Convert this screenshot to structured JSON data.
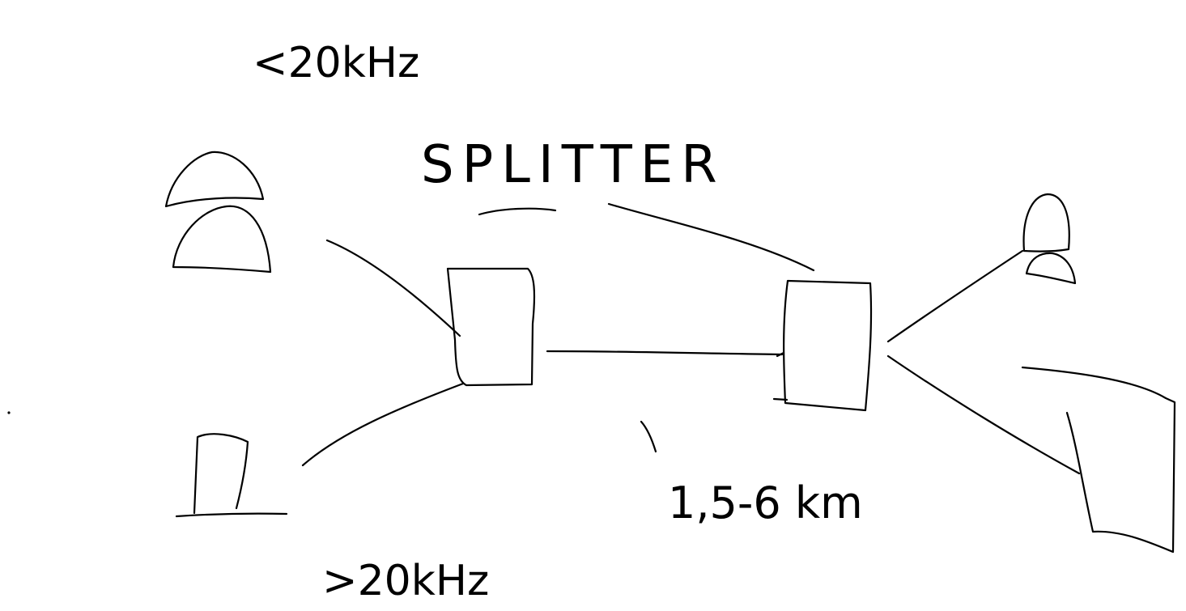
{
  "diagram": {
    "labels": {
      "low_frequency": "<20kHz",
      "splitter": "SPLITTER",
      "high_frequency": ">20kHz",
      "distance": "1,5-6 km"
    },
    "colors": {
      "ink": "#000000",
      "background": "#ffffff"
    },
    "icons": {
      "telephone": "telephone-icon",
      "fax": "fax-icon",
      "user": "user-icon",
      "modem": "modem-icon",
      "splitter": "splitter-box",
      "central_splitter": "central-office-splitter-box"
    }
  }
}
